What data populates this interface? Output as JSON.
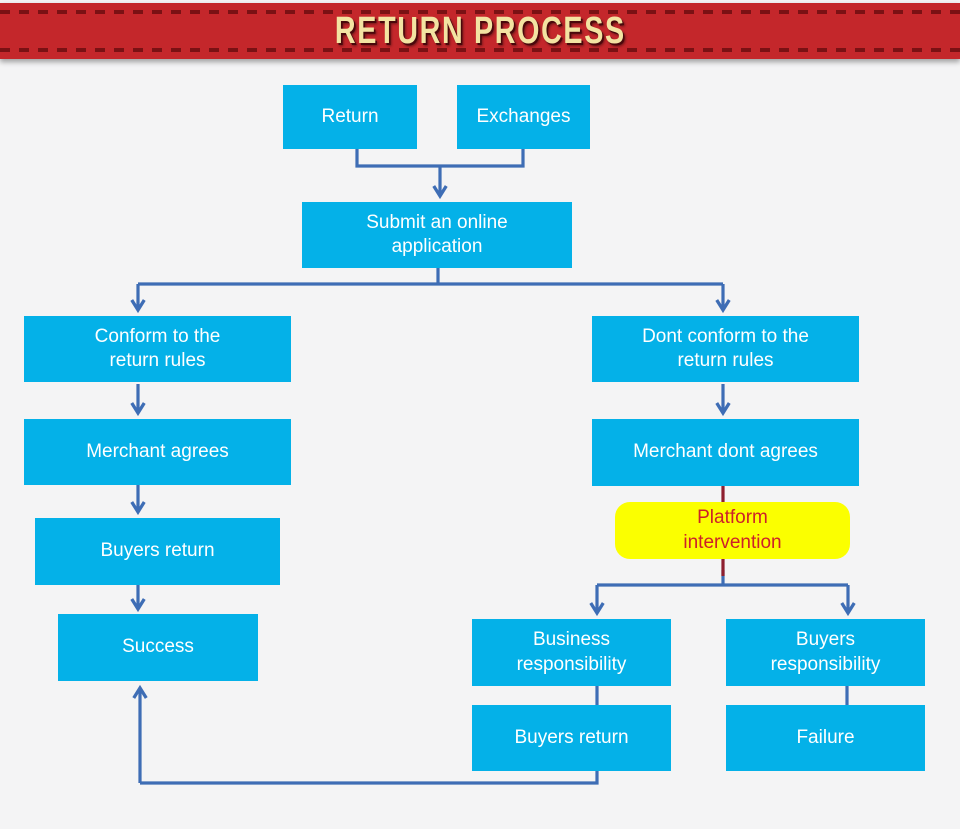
{
  "header": {
    "title": "RETURN PROCESS"
  },
  "flow": {
    "nodes": {
      "return": {
        "label": "Return"
      },
      "exchanges": {
        "label": "Exchanges"
      },
      "submit": {
        "label": "Submit an online\napplication"
      },
      "conform": {
        "label": "Conform to the\nreturn rules"
      },
      "dont_conform": {
        "label": "Dont conform to the\nreturn rules"
      },
      "merchant_agrees": {
        "label": "Merchant agrees"
      },
      "merchant_dont_agrees": {
        "label": "Merchant dont agrees"
      },
      "platform": {
        "label": "Platform\nintervention"
      },
      "buyers_return_left": {
        "label": "Buyers return"
      },
      "success": {
        "label": "Success"
      },
      "business_responsibility": {
        "label": "Business\nresponsibility"
      },
      "buyers_responsibility": {
        "label": "Buyers\nresponsibility"
      },
      "buyers_return_right": {
        "label": "Buyers return"
      },
      "failure": {
        "label": "Failure"
      }
    }
  },
  "colors": {
    "canvas_bg": "#f4f4f5",
    "banner_bg": "#c4272b",
    "banner_dash": "#7a1114",
    "title_color": "#f3e3a2",
    "node_fill": "#04b1e8",
    "node_text": "#ffffff",
    "connector": "#3e6db5",
    "alert_connector": "#8e1f2f",
    "highlight_fill": "#fbff00",
    "highlight_text": "#cd2129"
  }
}
